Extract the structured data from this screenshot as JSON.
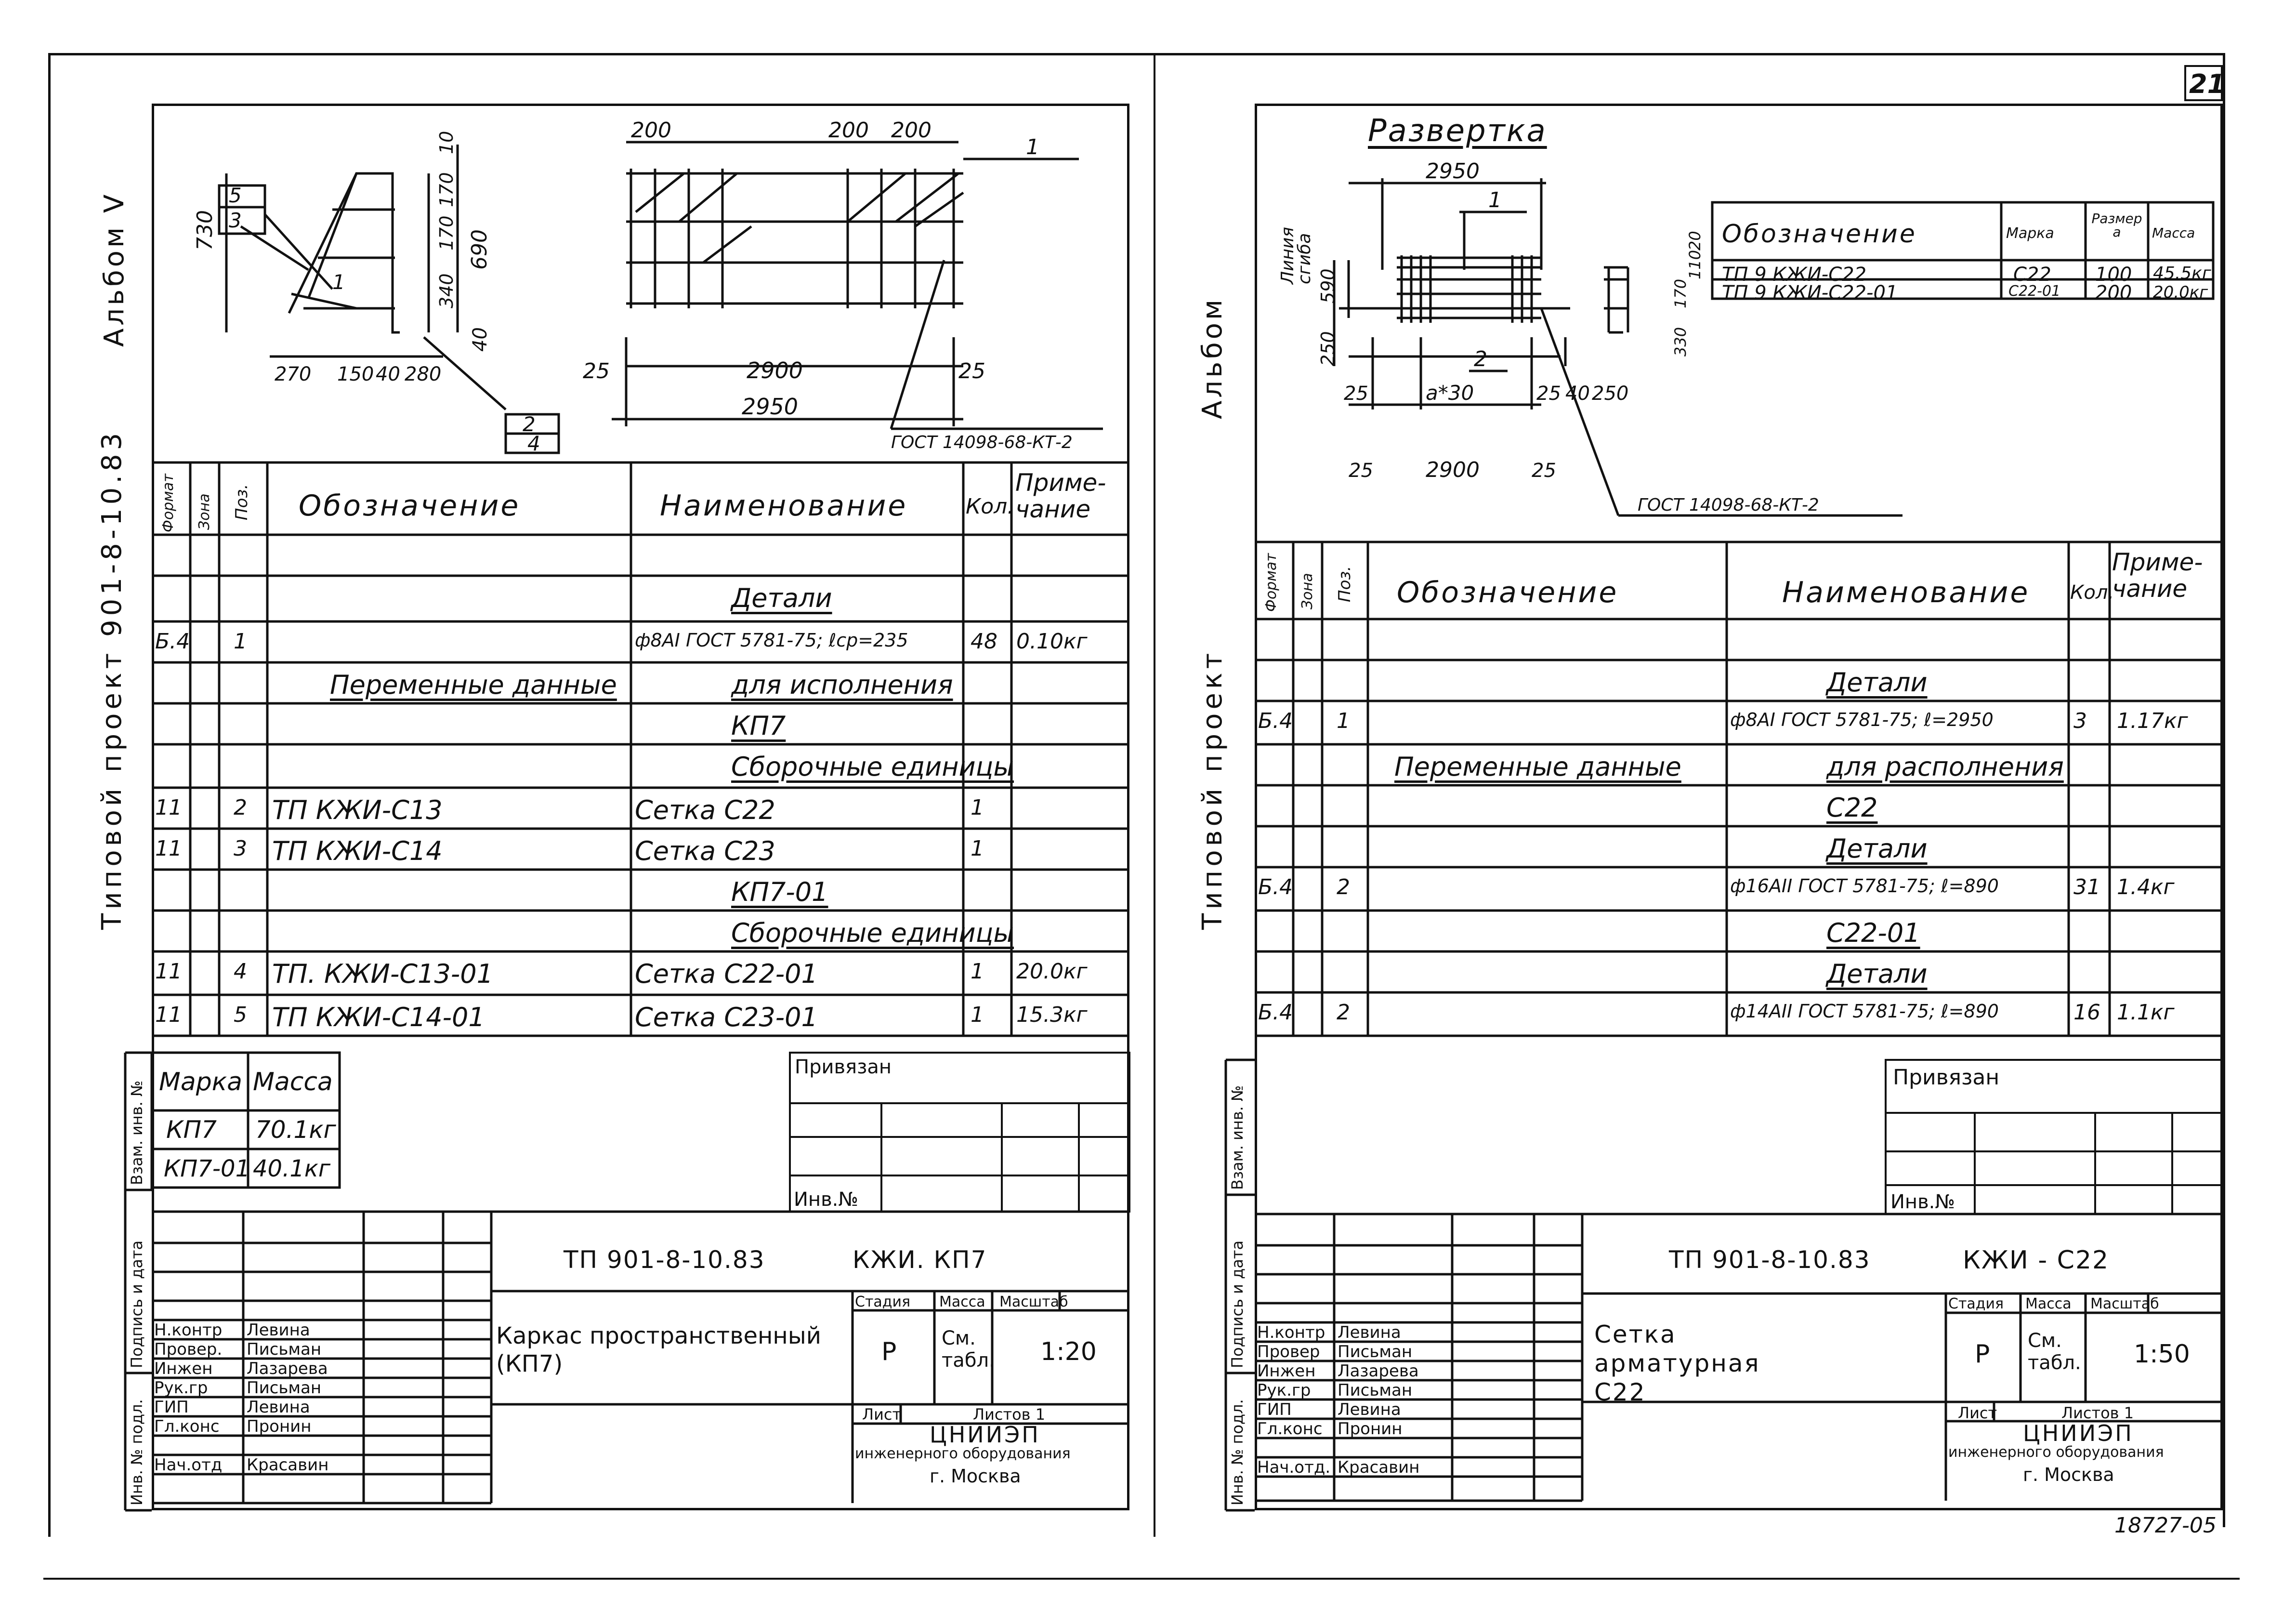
{
  "sheet_number": "21",
  "bottom_code": "18727-05",
  "left_margin": {
    "album": "Альбом V",
    "project": "Типовой проект 901-8-10.83"
  },
  "right_margin": {
    "album": "Альбом",
    "project": "Типовой проект"
  },
  "side_stamps": [
    "Инв. № подл.",
    "Подпись и дата",
    "Взам. инв. №"
  ],
  "left": {
    "drawing": {
      "dims_side": [
        "730",
        "170",
        "170",
        "340",
        "690",
        "40",
        "10"
      ],
      "dims_bottom": [
        "270",
        "150",
        "40",
        "280"
      ],
      "pos_labels": [
        "5",
        "3",
        "1",
        "2",
        "4"
      ],
      "dims_front_top": [
        "200",
        "200",
        "200"
      ],
      "dims_front_bottom": [
        "25",
        "2900",
        "25",
        "2950"
      ],
      "gost": "ГОСТ 14098-68-КТ-2",
      "front_callout": "1"
    },
    "spec": {
      "headers": [
        "Формат",
        "Зона",
        "Поз.",
        "Обозначение",
        "Наименование",
        "Кол.",
        "Приме- чание"
      ],
      "rows": [
        {
          "f": "",
          "z": "",
          "p": "",
          "oboz": "",
          "name": "",
          "kol": "",
          "prim": ""
        },
        {
          "f": "",
          "z": "",
          "p": "",
          "oboz": "",
          "name": "Детали",
          "kol": "",
          "prim": "",
          "name_u": true
        },
        {
          "f": "Б.4",
          "z": "",
          "p": "1",
          "oboz": "",
          "name": "ф8АI ГОСТ 5781-75; ℓср=235",
          "kol": "48",
          "prim": "0.10кг"
        },
        {
          "f": "",
          "z": "",
          "p": "",
          "oboz": "Переменные данные",
          "name": "для исполнения",
          "kol": "",
          "prim": "",
          "oboz_u": true,
          "name_u": true
        },
        {
          "f": "",
          "z": "",
          "p": "",
          "oboz": "",
          "name": "КП7",
          "kol": "",
          "prim": "",
          "name_u": true
        },
        {
          "f": "",
          "z": "",
          "p": "",
          "oboz": "",
          "name": "Сборочные единицы",
          "kol": "",
          "prim": "",
          "name_u": true
        },
        {
          "f": "11",
          "z": "",
          "p": "2",
          "oboz": "ТП          КЖИ-С13",
          "name": "Сетка   С22",
          "kol": "1",
          "prim": ""
        },
        {
          "f": "11",
          "z": "",
          "p": "3",
          "oboz": "ТП          КЖИ-С14",
          "name": "Сетка   С23",
          "kol": "1",
          "prim": ""
        },
        {
          "f": "",
          "z": "",
          "p": "",
          "oboz": "",
          "name": "КП7-01",
          "kol": "",
          "prim": "",
          "name_u": true
        },
        {
          "f": "",
          "z": "",
          "p": "",
          "oboz": "",
          "name": "Сборочные единицы",
          "kol": "",
          "prim": "",
          "name_u": true
        },
        {
          "f": "11",
          "z": "",
          "p": "4",
          "oboz": "ТП.          КЖИ-С13-01",
          "name": "Сетка   С22-01",
          "kol": "1",
          "prim": "20.0кг"
        },
        {
          "f": "11",
          "z": "",
          "p": "5",
          "oboz": "ТП          КЖИ-С14-01",
          "name": "Сетка   С23-01",
          "kol": "1",
          "prim": "15.3кг"
        }
      ]
    },
    "mass_table": {
      "headers": [
        "Марка",
        "Масса"
      ],
      "rows": [
        [
          "КП7",
          "70.1кг"
        ],
        [
          "КП7-01",
          "40.1кг"
        ]
      ]
    },
    "privyazan": "Привязан",
    "inv_no": "Инв.№",
    "title_block": {
      "code": "ТП 901-8-10.83",
      "mark": "КЖИ. КП7",
      "title": "Каркас пространственный (КП7)",
      "stage_h": "Стадия",
      "mass_h": "Масса",
      "scale_h": "Масштаб",
      "stage": "Р",
      "mass": "См. табл.",
      "scale": "1:20",
      "sheet_h": "Лист",
      "sheets_h": "Листов 1",
      "org": "ЦНИИЭП",
      "org2": "инженерного оборудования",
      "city": "г. Москва",
      "people": [
        [
          "Н.контр",
          "Левина"
        ],
        [
          "Провер.",
          "Письман"
        ],
        [
          "Инжен",
          "Лазарева"
        ],
        [
          "Рук.гр",
          "Письман"
        ],
        [
          "ГИП",
          "Левина"
        ],
        [
          "Гл.конс",
          "Пронин"
        ],
        [
          "Нач.отд",
          "Красавин"
        ]
      ]
    }
  },
  "right": {
    "drawing": {
      "title": "Развертка",
      "dims": [
        "2950",
        "590",
        "250",
        "25",
        "а*30",
        "25",
        "40",
        "250",
        "25",
        "2900",
        "25"
      ],
      "side_dims": [
        "330",
        "170",
        "110",
        "20"
      ],
      "bend_label": "Линия сгиба",
      "labels": [
        "1",
        "2"
      ],
      "gost": "ГОСТ 14098-68-КТ-2"
    },
    "small_table": {
      "headers": [
        "Обозначение",
        "Марка",
        "Размер а",
        "Масса"
      ],
      "rows": [
        [
          "ТП 9        КЖИ-С22",
          "С22",
          "100",
          "45.5кг"
        ],
        [
          "ТП 9        КЖИ-С22-01",
          "С22-01",
          "200",
          "20.0кг"
        ]
      ]
    },
    "spec": {
      "headers": [
        "Формат",
        "Зона",
        "Поз.",
        "Обозначение",
        "Наименование",
        "Кол.",
        "Приме- чание"
      ],
      "rows": [
        {
          "f": "",
          "z": "",
          "p": "",
          "oboz": "",
          "name": "",
          "kol": "",
          "prim": ""
        },
        {
          "f": "",
          "z": "",
          "p": "",
          "oboz": "",
          "name": "Детали",
          "kol": "",
          "prim": "",
          "name_u": true
        },
        {
          "f": "Б.4",
          "z": "",
          "p": "1",
          "oboz": "",
          "name": "ф8АI ГОСТ 5781-75; ℓ=2950",
          "kol": "3",
          "prim": "1.17кг"
        },
        {
          "f": "",
          "z": "",
          "p": "",
          "oboz": "Переменные данные",
          "name": "для располнения",
          "kol": "",
          "prim": "",
          "oboz_u": true,
          "name_u": true
        },
        {
          "f": "",
          "z": "",
          "p": "",
          "oboz": "",
          "name": "С22",
          "kol": "",
          "prim": "",
          "name_u": true
        },
        {
          "f": "",
          "z": "",
          "p": "",
          "oboz": "",
          "name": "Детали",
          "kol": "",
          "prim": "",
          "name_u": true
        },
        {
          "f": "Б.4",
          "z": "",
          "p": "2",
          "oboz": "",
          "name": "ф16АII ГОСТ 5781-75; ℓ=890",
          "kol": "31",
          "prim": "1.4кг"
        },
        {
          "f": "",
          "z": "",
          "p": "",
          "oboz": "",
          "name": "С22-01",
          "kol": "",
          "prim": "",
          "name_u": true
        },
        {
          "f": "",
          "z": "",
          "p": "",
          "oboz": "",
          "name": "Детали",
          "kol": "",
          "prim": "",
          "name_u": true
        },
        {
          "f": "Б.4",
          "z": "",
          "p": "2",
          "oboz": "",
          "name": "ф14АII ГОСТ 5781-75; ℓ=890",
          "kol": "16",
          "prim": "1.1кг"
        }
      ]
    },
    "privyazan": "Привязан",
    "inv_no": "Инв.№",
    "title_block": {
      "code": "ТП 901-8-10.83",
      "mark": "КЖИ - С22",
      "title": "Сетка арматурная С22",
      "stage_h": "Стадия",
      "mass_h": "Масса",
      "scale_h": "Масштаб",
      "stage": "Р",
      "mass": "См. табл.",
      "scale": "1:50",
      "sheet_h": "Лист",
      "sheets_h": "Листов 1",
      "org": "ЦНИИЭП",
      "org2": "инженерного оборудования",
      "city": "г. Москва",
      "people": [
        [
          "Н.контр",
          "Левина"
        ],
        [
          "Провер",
          "Письман"
        ],
        [
          "Инжен",
          "Лазарева"
        ],
        [
          "Рук.гр",
          "Письман"
        ],
        [
          "ГИП",
          "Левина"
        ],
        [
          "Гл.конс",
          "Пронин"
        ],
        [
          "Нач.отд.",
          "Красавин"
        ]
      ]
    }
  }
}
